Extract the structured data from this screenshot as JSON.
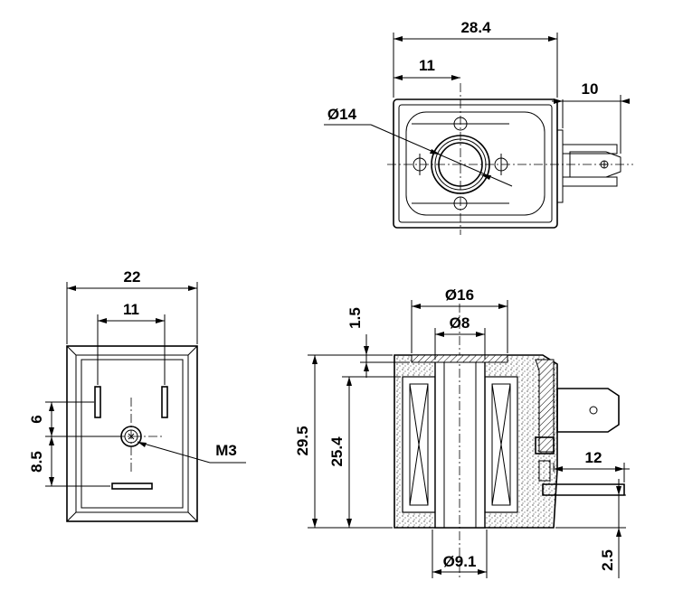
{
  "drawing": {
    "top_view": {
      "width_overall": "28.4",
      "width_to_center": "11",
      "terminal_length": "10",
      "bore_diameter": "Ø14"
    },
    "side_view": {
      "width": "22",
      "pin_spacing": "11",
      "pin_offset_upper": "6",
      "pin_offset_lower": "8.5",
      "screw": "M3"
    },
    "section_view": {
      "flange_diameter": "Ø16",
      "tube_diameter": "Ø8",
      "bottom_diameter": "Ø9.1",
      "top_step": "1.5",
      "height_overall": "29.5",
      "height_inner": "25.4",
      "terminal_length": "12",
      "terminal_offset": "2.5"
    }
  }
}
